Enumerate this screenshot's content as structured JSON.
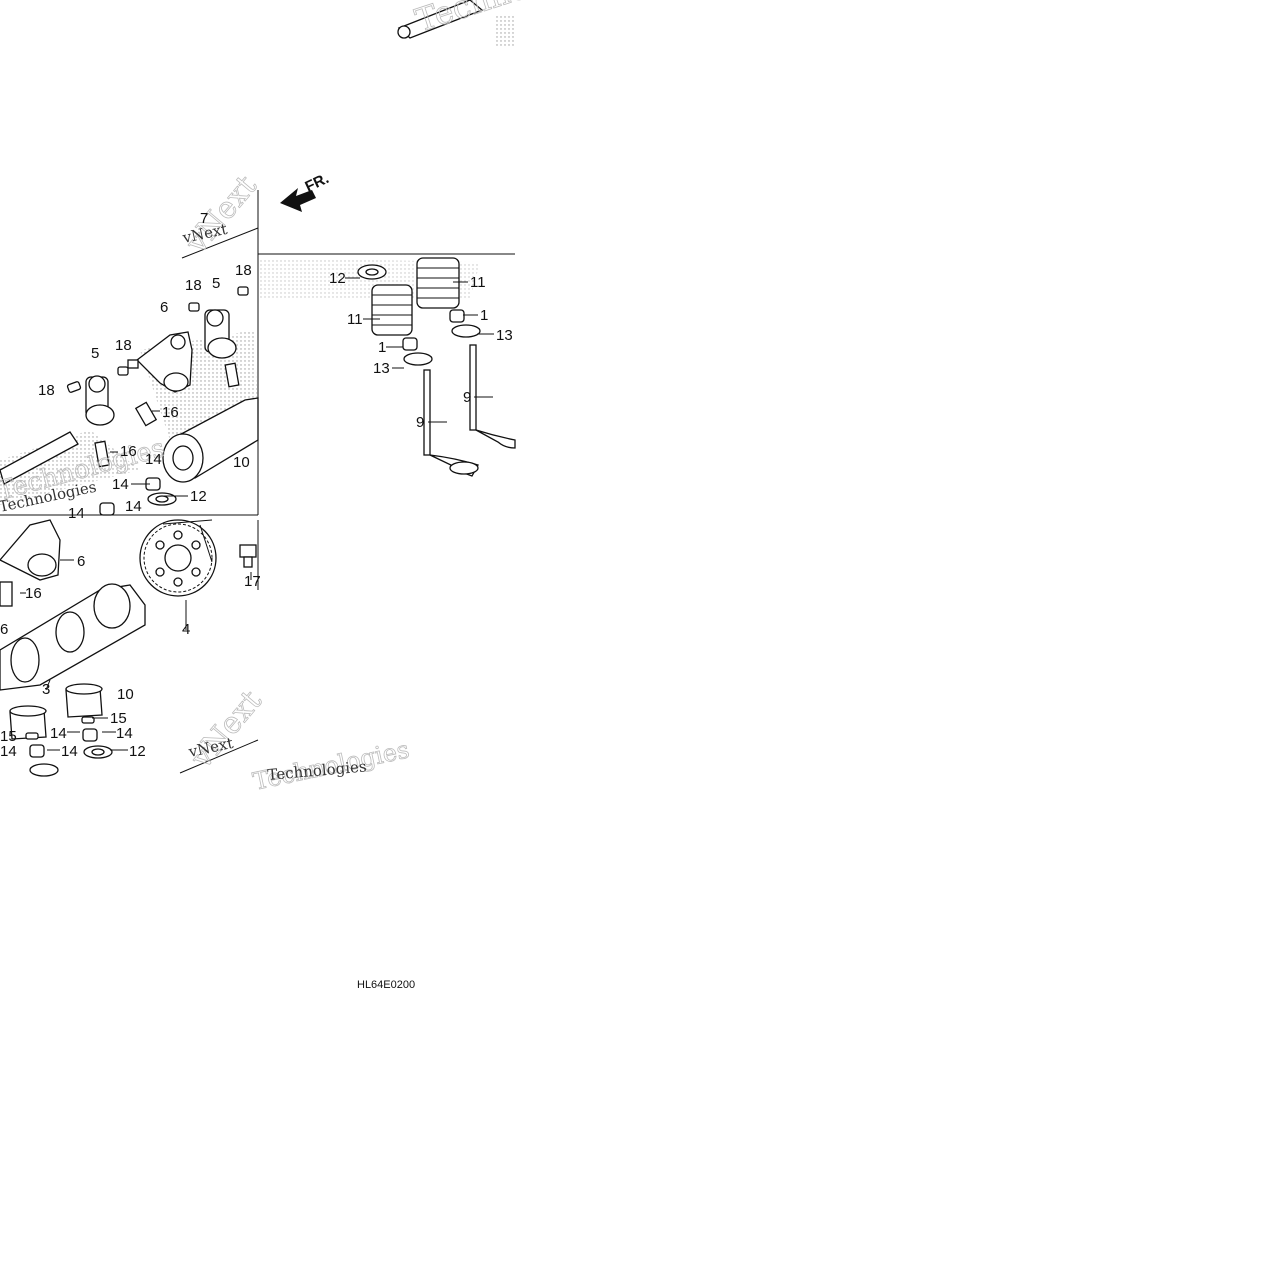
{
  "diagram": {
    "drawing_code": "HL64E0200",
    "direction_label": "FR.",
    "watermark_lines": [
      "vNext",
      "Technologies"
    ],
    "callouts": {
      "c1a": "1",
      "c1b": "1",
      "c3": "3",
      "c4": "4",
      "c5a": "5",
      "c5b": "5",
      "c6a": "6",
      "c6b": "6",
      "c6c": "6",
      "c7": "7",
      "c9a": "9",
      "c9b": "9",
      "c10a": "10",
      "c10b": "10",
      "c11a": "11",
      "c11b": "11",
      "c12a": "12",
      "c12b": "12",
      "c12c": "12",
      "c13a": "13",
      "c13b": "13",
      "c14a": "14",
      "c14b": "14",
      "c14c": "14",
      "c14d": "14",
      "c14e": "14",
      "c14f": "14",
      "c14g": "14",
      "c14h": "14",
      "c15a": "15",
      "c15b": "15",
      "c16a": "16",
      "c16b": "16",
      "c16c": "16",
      "c17": "17",
      "c18a": "18",
      "c18b": "18",
      "c18c": "18",
      "c18d": "18"
    }
  }
}
